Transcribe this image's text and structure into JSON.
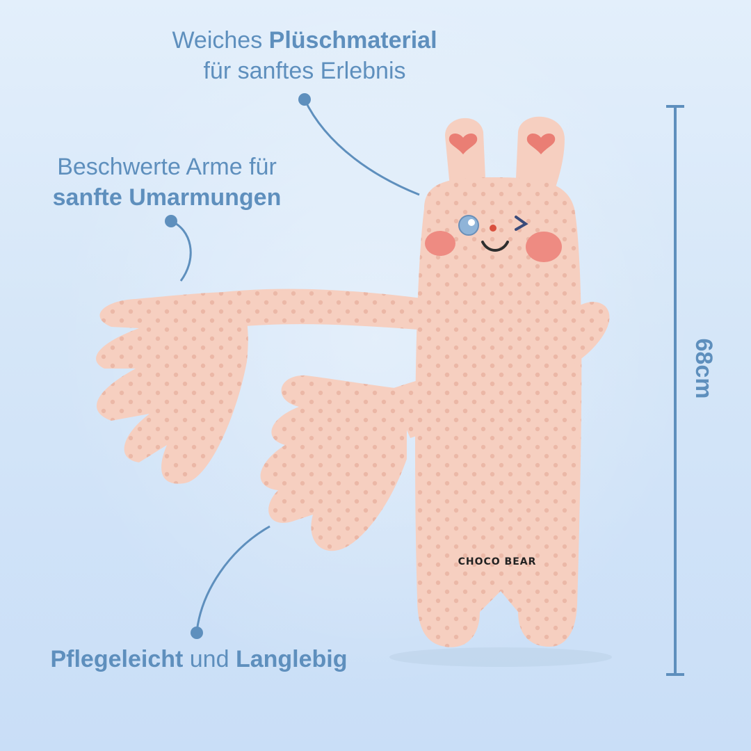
{
  "callouts": {
    "top": {
      "regular": "Weiches ",
      "bold": "Plüschmaterial",
      "line2": "für sanftes Erlebnis"
    },
    "left": {
      "line1": "Beschwerte Arme für",
      "bold": "sanfte Umarmungen"
    },
    "bottom": {
      "bold1": "Pflegeleicht",
      "regular": " und ",
      "bold2": "Langlebig"
    }
  },
  "dimension": {
    "height_label": "68cm"
  },
  "product": {
    "tag_text": "CHOCO BEAR",
    "name": "Choco Bear plush"
  },
  "colors": {
    "accent": "#5e8fbd",
    "plush": "#f6cfc0",
    "cheek": "#ee8b82",
    "background": "#d5e6f8"
  },
  "icons": [
    "heart-icon",
    "wink-eye-icon",
    "blue-eye-icon",
    "smile-mouth"
  ]
}
